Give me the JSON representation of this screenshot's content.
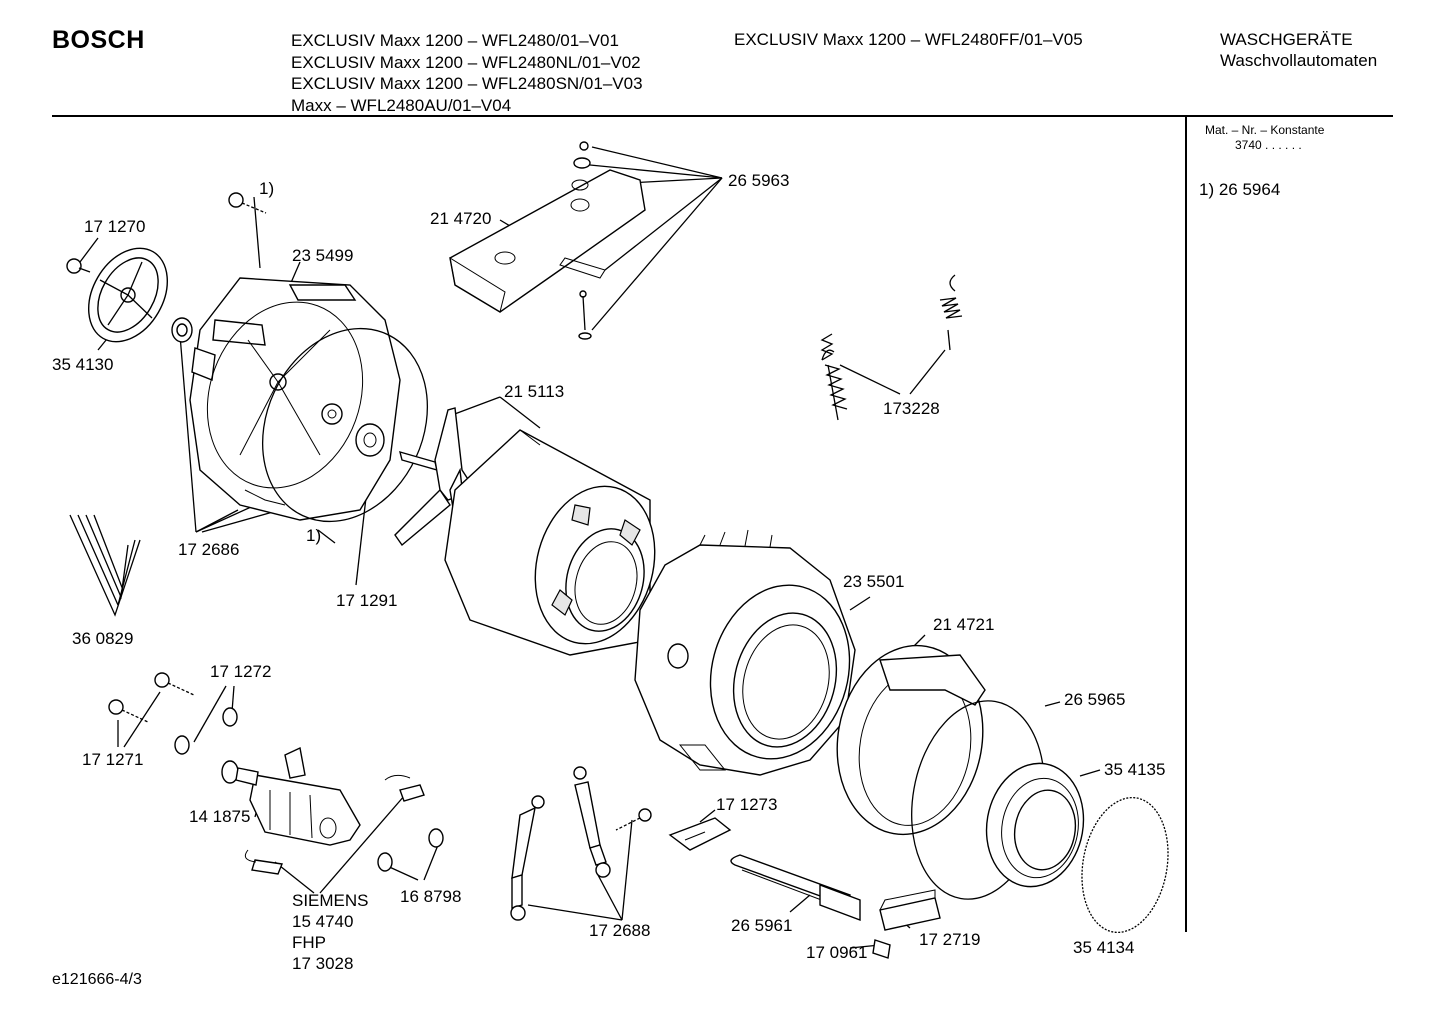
{
  "header": {
    "brand": "BOSCH",
    "models": [
      "EXCLUSIV Maxx 1200 – WFL2480/01–V01",
      "EXCLUSIV Maxx 1200 – WFL2480NL/01–V02",
      "EXCLUSIV Maxx 1200 – WFL2480SN/01–V03",
      "Maxx – WFL2480AU/01–V04"
    ],
    "model_right": "EXCLUSIV Maxx 1200 – WFL2480FF/01–V05",
    "category": "WASCHGERÄTE",
    "subcategory": "Waschvollautomaten"
  },
  "sidebar": {
    "mat_label": "Mat. – Nr. – Konstante",
    "mat_value": "3740  .  .    .  .  .  .",
    "note": "1) 26 5964"
  },
  "diagram": {
    "labels": [
      "1)",
      "17 1270",
      "23 5499",
      "21 4720",
      "26 5963",
      "35 4130",
      "173228",
      "21  5113",
      "17 2686",
      "1)",
      "17 1291",
      "36 0829",
      "23 5501",
      "21 4721",
      "17 1272",
      "26 5965",
      "17 1271",
      "35 4135",
      "17 1273",
      "14 1875",
      "16 8798",
      "SIEMENS",
      "15 4740",
      "FHP",
      "17 3028",
      "17 2688",
      "26 5961",
      "17 2719",
      "17 0961",
      "35 4134"
    ]
  },
  "footer": {
    "doc_id": "e121666-4/3"
  }
}
